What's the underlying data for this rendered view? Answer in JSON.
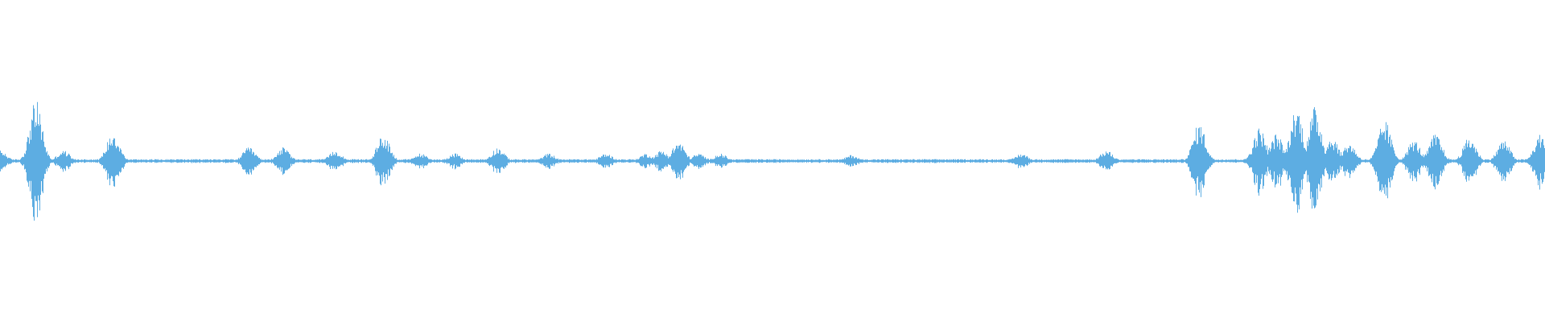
{
  "waveform": {
    "color": "#5dade2",
    "background": "#ffffff",
    "center_label": "",
    "amplitude_scale": 1.0,
    "baseline_level": 0.012,
    "events": [
      {
        "t": 0.0,
        "amp": 0.07
      },
      {
        "t": 0.023,
        "amp": 0.4
      },
      {
        "t": 0.024,
        "amp": 0.12
      },
      {
        "t": 0.041,
        "amp": 0.07
      },
      {
        "t": 0.073,
        "amp": 0.2
      },
      {
        "t": 0.073,
        "amp": 0.05
      },
      {
        "t": 0.161,
        "amp": 0.09
      },
      {
        "t": 0.183,
        "amp": 0.09
      },
      {
        "t": 0.217,
        "amp": 0.07
      },
      {
        "t": 0.248,
        "amp": 0.18
      },
      {
        "t": 0.272,
        "amp": 0.05
      },
      {
        "t": 0.294,
        "amp": 0.05
      },
      {
        "t": 0.322,
        "amp": 0.09
      },
      {
        "t": 0.355,
        "amp": 0.05
      },
      {
        "t": 0.392,
        "amp": 0.05
      },
      {
        "t": 0.418,
        "amp": 0.05
      },
      {
        "t": 0.428,
        "amp": 0.07
      },
      {
        "t": 0.439,
        "amp": 0.13
      },
      {
        "t": 0.452,
        "amp": 0.05
      },
      {
        "t": 0.466,
        "amp": 0.05
      },
      {
        "t": 0.551,
        "amp": 0.04
      },
      {
        "t": 0.661,
        "amp": 0.05
      },
      {
        "t": 0.716,
        "amp": 0.07
      },
      {
        "t": 0.776,
        "amp": 0.25
      },
      {
        "t": 0.815,
        "amp": 0.22
      },
      {
        "t": 0.826,
        "amp": 0.18
      },
      {
        "t": 0.839,
        "amp": 0.36
      },
      {
        "t": 0.851,
        "amp": 0.36
      },
      {
        "t": 0.862,
        "amp": 0.16
      },
      {
        "t": 0.873,
        "amp": 0.12
      },
      {
        "t": 0.896,
        "amp": 0.27
      },
      {
        "t": 0.915,
        "amp": 0.14
      },
      {
        "t": 0.929,
        "amp": 0.18
      },
      {
        "t": 0.951,
        "amp": 0.16
      },
      {
        "t": 0.973,
        "amp": 0.14
      },
      {
        "t": 0.997,
        "amp": 0.18
      }
    ]
  }
}
